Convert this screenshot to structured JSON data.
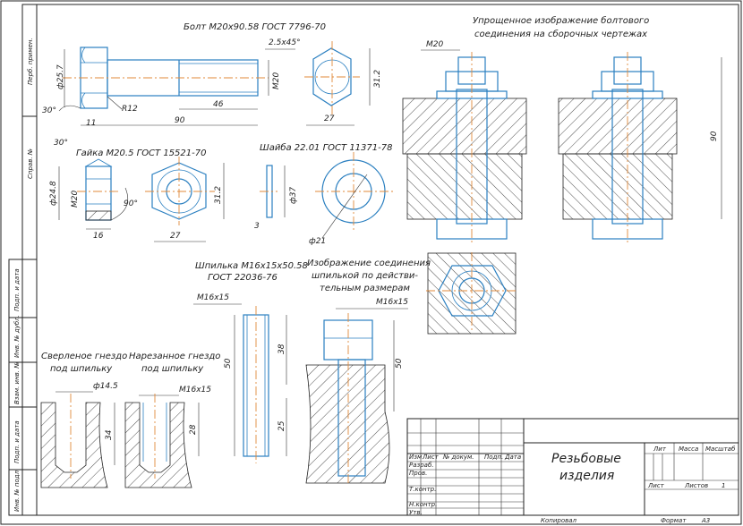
{
  "stamp": {
    "sheet_label_left_1": "Перб. примен.",
    "sheet_label_left_2": "Справ. №",
    "sheet_label_left_3": "Подп. и дата",
    "sheet_label_left_4": "Инв. № дубл.",
    "sheet_label_left_5": "Взам. инв. №",
    "sheet_label_left_6": "Подп. и дата",
    "sheet_label_left_7": "Инв. № подл."
  },
  "bolt": {
    "title": "Болт M20x90.58 ГОСТ 7796-70",
    "d_head": "ф25.7",
    "chamfer": "2.5x45°",
    "m20": "M20",
    "len46": "46",
    "len90": "90",
    "r12": "R12",
    "angle30": "30°",
    "len11": "11",
    "across": "31.2",
    "s27": "27"
  },
  "nut": {
    "title": "Гайка M20.5 ГОСТ 15521-70",
    "angle30": "30°",
    "d248": "ф24.8",
    "m20": "M20",
    "len16": "16",
    "ang90": "90°",
    "across": "31.2",
    "s27": "27"
  },
  "washer": {
    "title": "Шайба 22.01 ГОСТ 11371-78",
    "d37": "ф37",
    "t3": "3",
    "d21": "ф21"
  },
  "simplified": {
    "title1": "Упрощенное изображение болтового",
    "title2": "соединения на сборочных чертежах",
    "m20": "M20",
    "len90": "90"
  },
  "stud": {
    "title1": "Шпилька M16x15x50.58",
    "title2": "ГОСТ 22036-76",
    "m16": "M16x15",
    "len38": "38",
    "len50": "50",
    "len25": "25"
  },
  "actual": {
    "title1": "Изображение соединения",
    "title2": "шпилькой по действи-",
    "title3": "тельным размерам",
    "m16": "M16x15",
    "len50": "50"
  },
  "drilled": {
    "title1": "Сверленое гнездо",
    "title2": "под шпильку",
    "d145": "ф14.5",
    "len34": "34"
  },
  "threaded": {
    "title1": "Нарезанное гнездо",
    "title2": "под шпильку",
    "m16": "M16x15",
    "len28": "28"
  },
  "titleblock": {
    "name1": "Резьбовые",
    "name2": "изделия",
    "lit": "Лит",
    "mass": "Масса",
    "scale": "Масштаб",
    "sheet": "Лист",
    "sheets": "Листов",
    "sheets_num": "1",
    "izm": "Изм",
    "list": "Лист",
    "doc": "№ докум.",
    "sign": "Подп.",
    "date": "Дата",
    "razrab": "Разраб.",
    "prov": "Пров.",
    "tkontr": "Т.контр.",
    "nkontr": "Н.контр.",
    "utv": "Утв.",
    "copied": "Копировал",
    "format": "Формат",
    "format_val": "A3"
  }
}
